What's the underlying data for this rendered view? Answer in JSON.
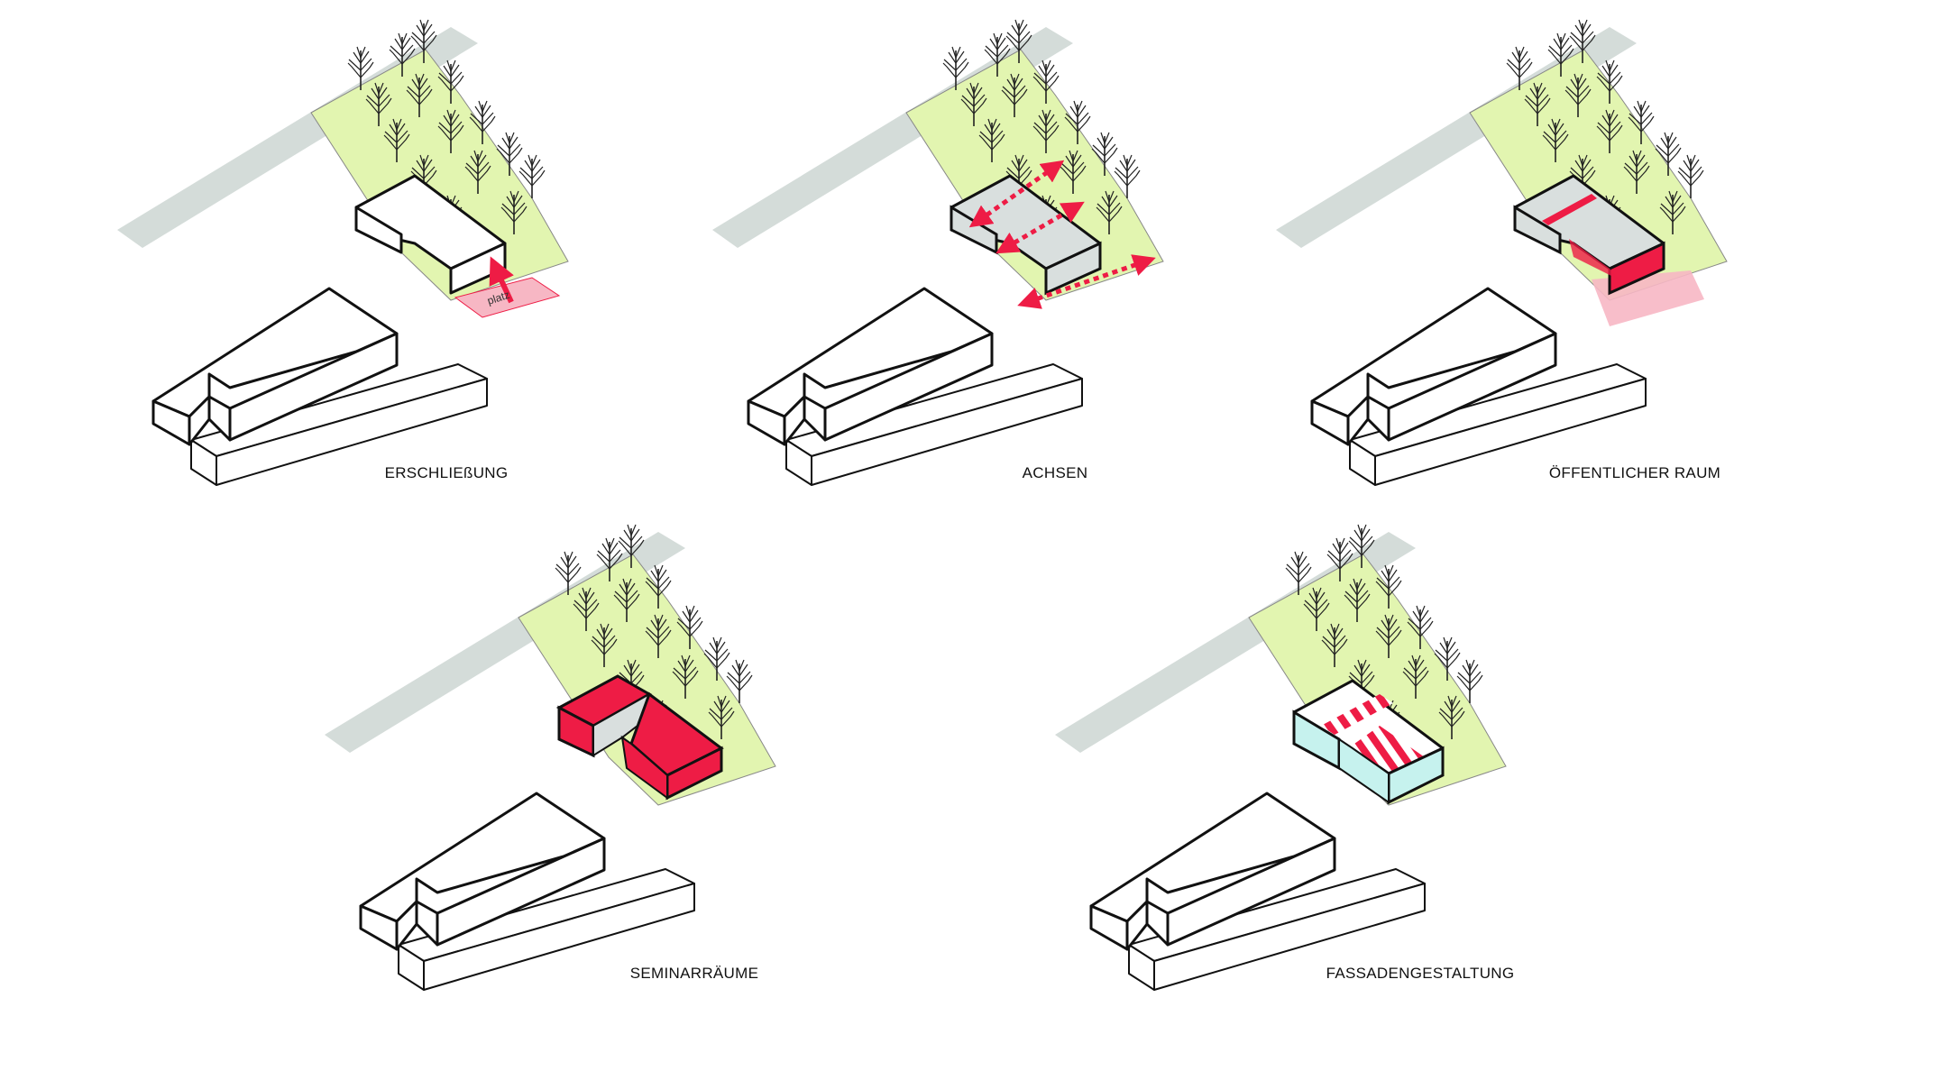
{
  "panels": [
    {
      "id": "erschliessung",
      "label": "ERSCHLIEßUNG",
      "annotation": "platz"
    },
    {
      "id": "achsen",
      "label": "ACHSEN"
    },
    {
      "id": "oeffentlicher-raum",
      "label": "ÖFFENTLICHER RAUM"
    },
    {
      "id": "seminarraeume",
      "label": "SEMINARRÄUME"
    },
    {
      "id": "fassadengestaltung",
      "label": "FASSADENGESTALTUNG"
    }
  ],
  "colors": {
    "road": "#d4dcd9",
    "park": "#e2f5b0",
    "accent_red": "#ee1c45",
    "accent_pink": "#f7b7c4",
    "glass_grey": "#d9dfde",
    "facade_cyan": "#c6f2ee",
    "line": "#111111"
  },
  "icons": [
    "tree-icon",
    "arrow-icon",
    "double-arrow-icon"
  ]
}
